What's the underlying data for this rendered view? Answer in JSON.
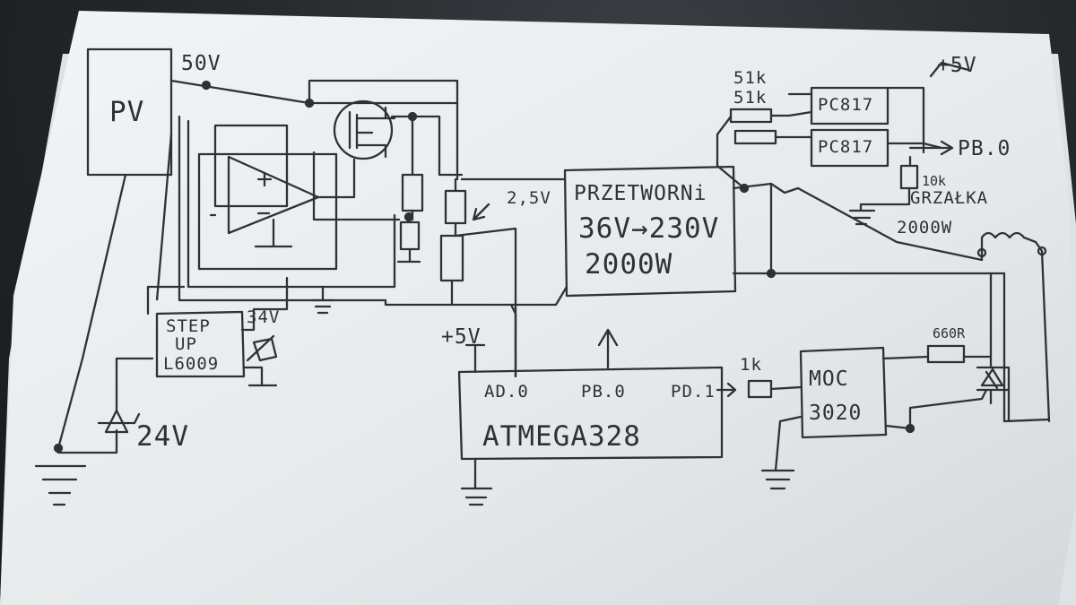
{
  "labels": {
    "pv": "PV",
    "v50": "50V",
    "v5_top": "+5V",
    "r51k_a": "51k",
    "r51k_b": "51k",
    "pc817_a": "PC817",
    "pc817_b": "PC817",
    "pb0_out": "PB.0",
    "r10k": "10k",
    "grzalka": "GRZAŁKA",
    "w2000_heater": "2000W",
    "v25": "2,5V",
    "przetwornica": "PRZETWORNi",
    "conv_volts": "36V→230V",
    "conv_power": "2000W",
    "stepup_1": "STEP",
    "stepup_2": "UP",
    "stepup_3": "L6009",
    "v34": "34V",
    "v24": "24V",
    "v5_mcu": "+5V",
    "ad0": "AD.0",
    "pb0_mcu": "PB.0",
    "pd1": "PD.1",
    "mcu": "ATMEGA328",
    "r1k": "1k",
    "moc_1": "MOC",
    "moc_2": "3020",
    "r660": "660R"
  },
  "colors": {
    "ink": "#2d3234",
    "paper": "#eceef0",
    "paper_shadow": "#c9ccd0",
    "background": "#1f2124"
  }
}
